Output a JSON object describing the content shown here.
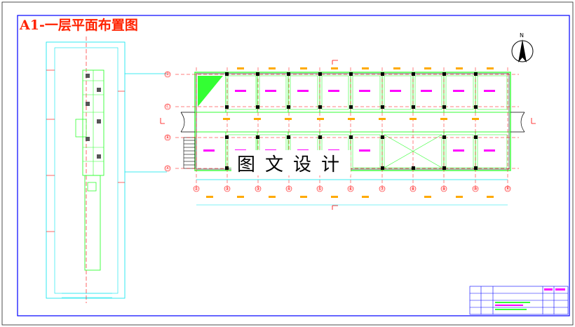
{
  "drawing": {
    "title": "A1-一层平面布置图",
    "watermark": "图文设计",
    "north_label": "N",
    "axis_bottom": [
      "①",
      "②",
      "③",
      "④",
      "⑤",
      "⑥",
      "⑦",
      "⑧",
      "⑨",
      "⑩",
      "⑪"
    ],
    "axis_left": [
      "Ⓓ",
      "Ⓒ",
      "Ⓑ",
      "Ⓐ"
    ]
  },
  "colors": {
    "wall": "#33ff33",
    "frame": "#0000ff",
    "title": "#ff2200",
    "dimension": "#00e5ee",
    "tag_pink": "#ff00ff",
    "tag_orange": "#ffaa00",
    "section_mark": "#ff0000",
    "column": "#000000"
  }
}
